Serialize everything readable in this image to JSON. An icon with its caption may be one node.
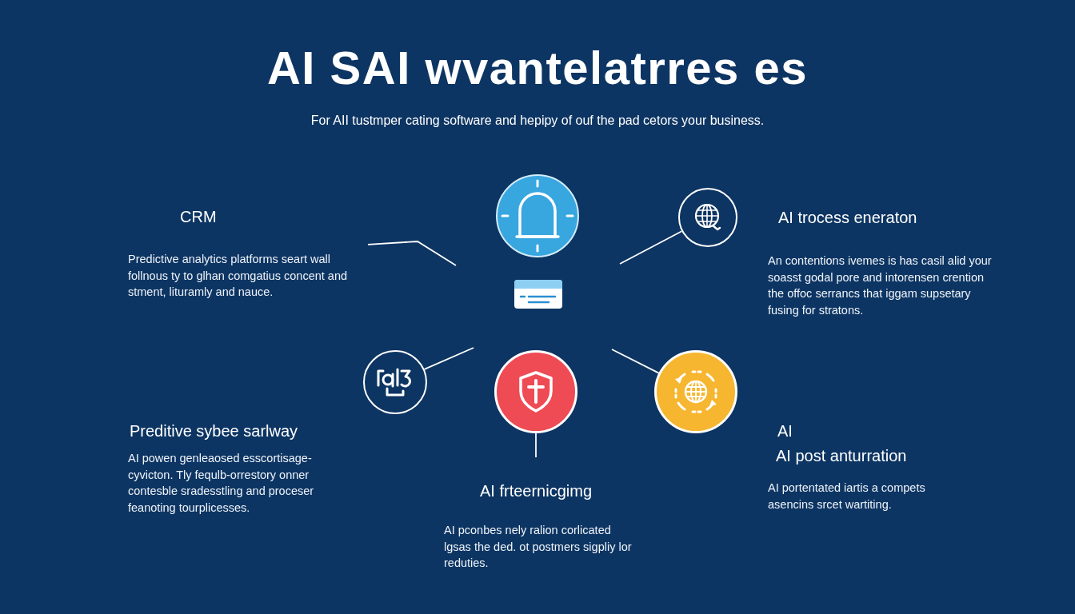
{
  "diagram": {
    "title": "AI SAI wvantelatrres es",
    "nodes": [
      {
        "text": [],
        "shape": "circle"
      },
      {
        "text": [
          "CRM",
          "Predictive analytics platforms seart wall follnous ty to glhan comgatius concent and stment, lituramly and nauce."
        ]
      },
      {
        "text": [],
        "shape": "circle",
        "beside": [
          "AI trocess eneraton",
          "An contentions ivemes is has casil alid your soasst godal pore and intorensen crention the offoc serrancs that iggam supsetary fusing for stratons."
        ]
      },
      {
        "text": [],
        "shape": "circle",
        "beside": [
          "Preditive sybee sarlway",
          "AI powen genleaosed esscortisage- cyvicton. Tly fequlb-orrestory onner contesble sradesstling and proceser feanoting tourplicesses."
        ]
      },
      {
        "text": [],
        "shape": "circle"
      },
      {
        "text": [],
        "shape": "circle",
        "beside": [
          "AI",
          "AI post anturration",
          "AI portentated iartis a compets asencins srcet wartiting."
        ]
      },
      {
        "text": [
          "AI frteernicgimg",
          "AI pconbes nely ralion corlicated lgsas the ded. ot postmers sigpliy lor reduties."
        ]
      }
    ],
    "edges": [
      {
        "from": 1,
        "to": null,
        "arrow": "none"
      },
      {
        "from": 2,
        "to": null,
        "arrow": "none"
      },
      {
        "from": 3,
        "to": null,
        "arrow": "none"
      },
      {
        "from": 5,
        "to": null,
        "arrow": "none"
      },
      {
        "from": 4,
        "to": 6,
        "arrow": "none"
      }
    ],
    "labels": [
      "For AII tustmper cating software and hepipy of ouf the pad cetors your business."
    ]
  }
}
